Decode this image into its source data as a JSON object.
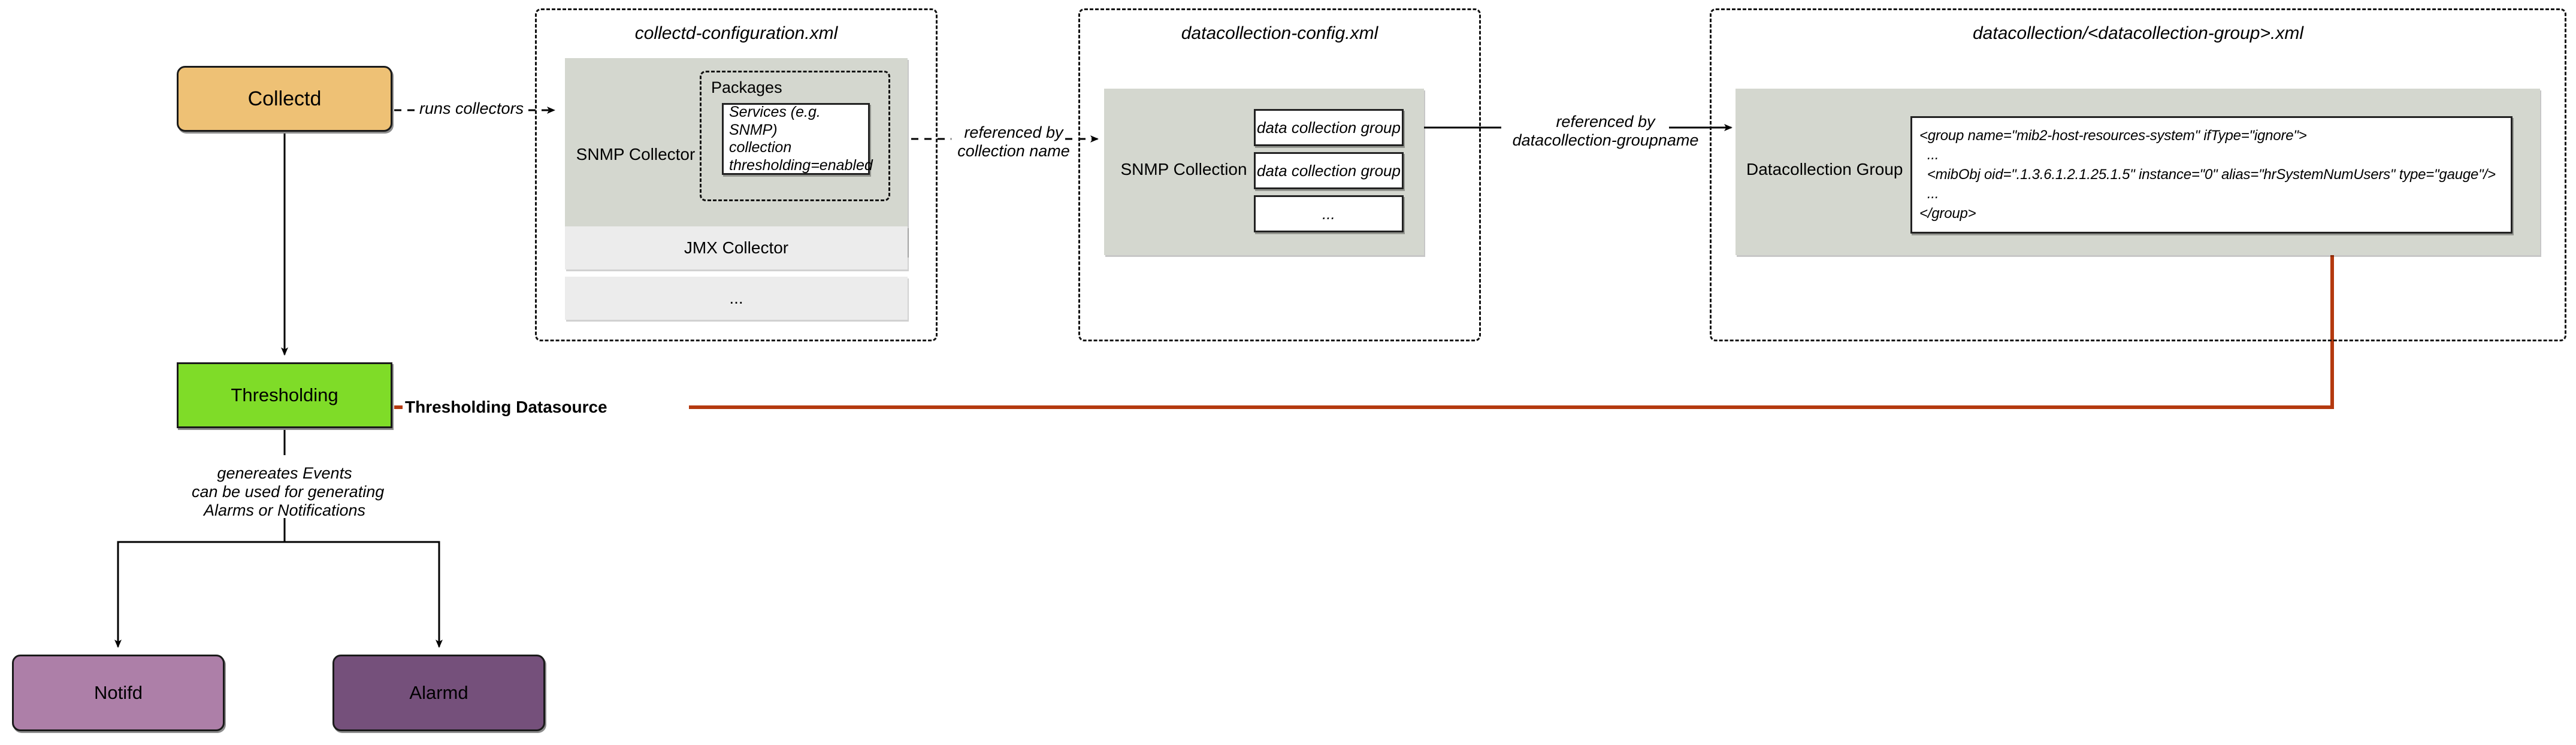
{
  "diagram": {
    "title": "OpenNMS Collectd / Datacollection configuration flow",
    "colors": {
      "collectd": "#eec175",
      "thresholding": "#7fdc28",
      "notifd": "#ad7fa8",
      "alarmd": "#75507b",
      "panel_grey": "#d4d7cf",
      "row_grey": "#ececec",
      "thresholding_datasource_line": "#b4390f",
      "outline": "#1a1a1a"
    },
    "nodes": {
      "collectd": "Collectd",
      "thresholding": "Thresholding",
      "notifd": "Notifd",
      "alarmd": "Alarmd"
    },
    "containers": [
      {
        "id": "collectd-configuration",
        "title": "collectd-configuration.xml"
      },
      {
        "id": "datacollection-config",
        "title": "datacollection-config.xml"
      },
      {
        "id": "datacollection-group",
        "title": "datacollection/<datacollection-group>.xml"
      }
    ],
    "collectd_configuration": {
      "snmp_collector_label": "SNMP Collector",
      "packages_label": "Packages",
      "services_box_lines": [
        "Services (e.g. SNMP)",
        "collection",
        "thresholding=enabled"
      ],
      "rows": [
        {
          "label": "JMX Collector"
        },
        {
          "label": "..."
        }
      ]
    },
    "datacollection_config": {
      "snmp_collection_label": "SNMP Collection",
      "groups": [
        {
          "label": "data collection group"
        },
        {
          "label": "data collection group"
        },
        {
          "label": "..."
        }
      ]
    },
    "datacollection_group": {
      "group_label": "Datacollection Group",
      "xml_snippet": "<group name=\"mib2-host-resources-system\" ifType=\"ignore\">\n  ...\n  <mibObj oid=\".1.3.6.1.2.1.25.1.5\" instance=\"0\" alias=\"hrSystemNumUsers\" type=\"gauge\"/>\n  ...\n</group>"
    },
    "edges": {
      "runs_collectors": "runs collectors",
      "referenced_by_collection_name": "referenced by\ncollection name",
      "referenced_by_datacollection_groupname": "referenced by\ndatacollection-groupname",
      "thresholding_datasource": "Thresholding Datasource",
      "generates_events": "genereates Events\ncan be used for generating\nAlarms or Notifications"
    }
  }
}
